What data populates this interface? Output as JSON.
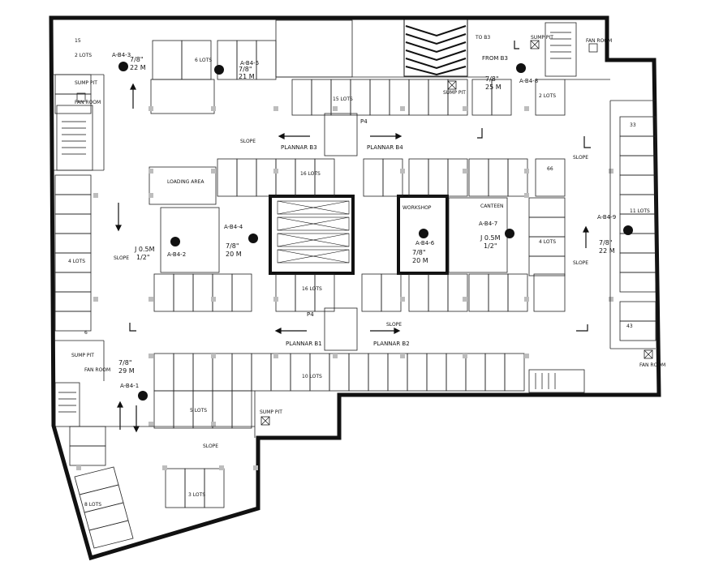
{
  "plan": {
    "labels": {
      "lots_15_top": "15",
      "lots_2_top": "2 LOTS",
      "grid_a_b4_3": "A-B4-3",
      "dim_a_b4_3": "7/8\"",
      "dim_a_b4_3_b": "22 M",
      "lots_6": "6 LOTS",
      "grid_a_b4_5": "A-B4-5",
      "dim_a_b4_5": "7/8\"",
      "dim_a_b4_5_b": "21 M",
      "to_b3": "TO B3",
      "sump_pit_1": "SUMP PIT",
      "fan_room_1": "FAN ROOM",
      "from_b3": "FROM B3",
      "grid_a_b4_8": "A-B4-8",
      "dim_a_b4_8": "7/8\"",
      "dim_a_b4_8_b": "25 M",
      "lots_2_right": "2 LOTS",
      "sump_pit_top": "SUMP PIT",
      "sump_pit_left": "SUMP PIT",
      "fan_room_left": "FAN ROOM",
      "lots_15_mid": "15 LOTS",
      "p4_top": "P4",
      "slope_1": "SLOPE",
      "planar_b3": "PLANNAR B3",
      "planar_b4": "PLANNAR B4",
      "slope_right": "SLOPE",
      "lots_33": "33",
      "lots_16_mid": "16 LOTS",
      "loading_area": "LOADING AREA",
      "lots_66": "66",
      "grid_a_b4_4": "A-B4-4",
      "dim_a_b4_4": "7/8\"",
      "dim_a_b4_4_b": "20 M",
      "workshop": "WORKSHOP",
      "grid_a_b4_6": "A-B4-6",
      "dim_a_b4_6": "7/8\"",
      "dim_a_b4_6_b": "20 M",
      "canteen": "CANTEEN",
      "grid_a_b4_7": "A-B4-7",
      "dim_a_b4_7": "J 0.5M",
      "dim_a_b4_7_b": "1/2\"",
      "grid_a_b4_9": "A-B4-9",
      "dim_a_b4_9": "7/8\"",
      "dim_a_b4_9_b": "22 M",
      "lots_11": "11 LOTS",
      "lots_4": "4 LOTS",
      "lots_4_left": "4 LOTS",
      "grid_a_b4_2": "A-B4-2",
      "dim_j05": "J 0.5M",
      "dim_j05_b": "1/2\"",
      "slope_left": "SLOPE",
      "lots_16_low": "16 LOTS",
      "p4_low": "P4",
      "planar_b1": "PLANNAR B1",
      "planar_b2": "PLANNAR B2",
      "slope_low": "SLOPE",
      "lots_43": "43",
      "sump_pit_b": "SUMP PIT",
      "fan_room_b": "FAN ROOM",
      "fan_room_br": "FAN ROOM",
      "grid_a_b4_1": "A-B4-1",
      "dim_a_b4_1": "7/8\"",
      "dim_a_b4_1_b": "29 M",
      "lots_10_low": "10 LOTS",
      "lots_5": "5 LOTS",
      "sump_pit_c": "SUMP PIT",
      "slope_bottom": "SLOPE",
      "lots_3": "3 LOTS",
      "lots_8": "8 LOTS",
      "lots_6_left": "6"
    }
  }
}
